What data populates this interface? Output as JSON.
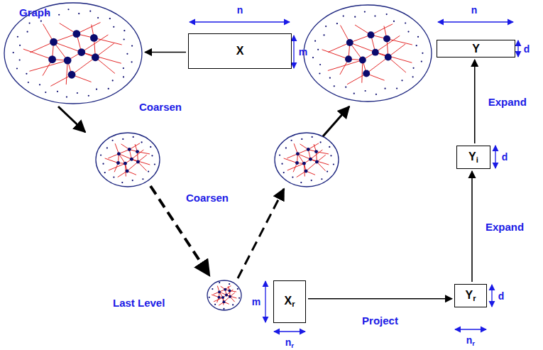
{
  "diagram": {
    "nodes": [
      {
        "text": [
          "Graph"
        ]
      },
      {
        "text": [
          "X"
        ]
      },
      {
        "text": [
          "Y"
        ]
      },
      {
        "text": [
          "Yi"
        ]
      },
      {
        "text": [
          "Last Level"
        ]
      },
      {
        "text": [
          "Xr"
        ]
      },
      {
        "text": [
          "Yr"
        ]
      }
    ],
    "edges": [
      {
        "from": 1,
        "to": 0,
        "arrow": "to"
      },
      {
        "from": 5,
        "to": 6,
        "label": "Project",
        "arrow": "to"
      },
      {
        "from": 6,
        "to": 3,
        "label": "Expand",
        "arrow": "to"
      },
      {
        "from": 3,
        "to": 2,
        "label": "Expand",
        "arrow": "to"
      }
    ],
    "labels": [
      "n",
      "m",
      "n",
      "d",
      "Coarsen",
      "d",
      "Coarsen",
      "m",
      "d",
      "nr",
      "nr"
    ]
  }
}
